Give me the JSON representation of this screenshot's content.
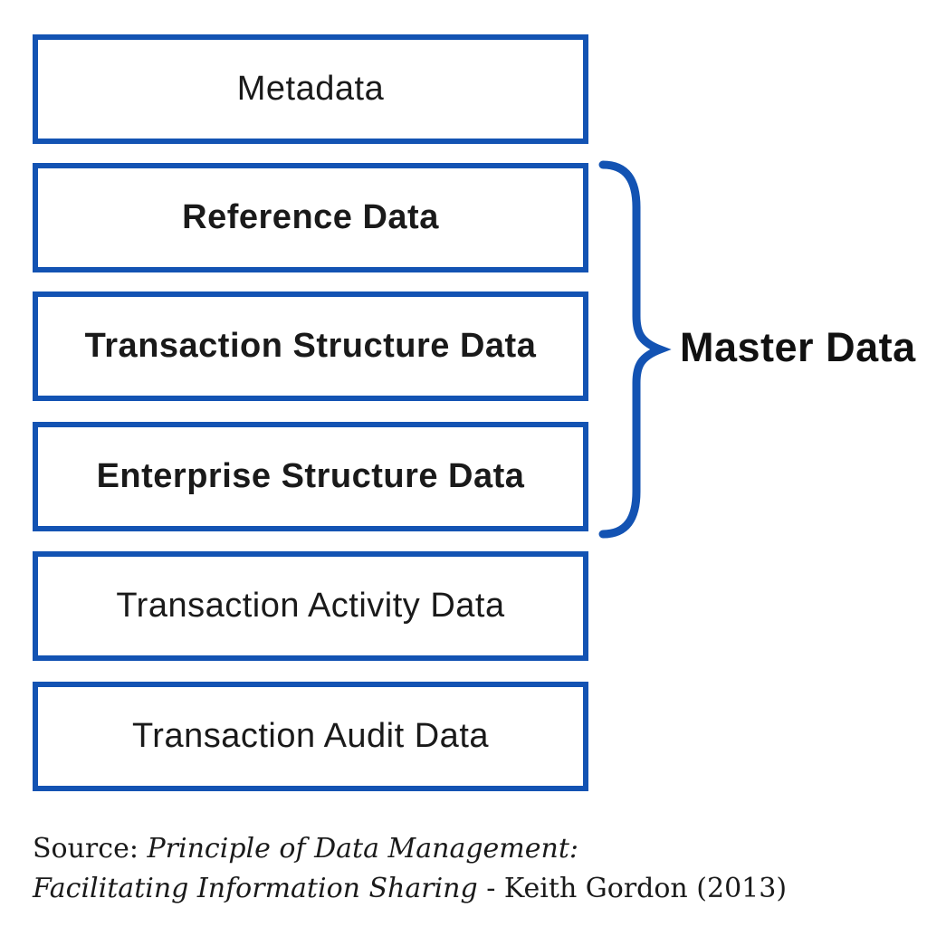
{
  "diagram": {
    "boxes": [
      {
        "label": "Metadata",
        "bold": false
      },
      {
        "label": "Reference Data",
        "bold": true
      },
      {
        "label": "Transaction Structure Data",
        "bold": true
      },
      {
        "label": "Enterprise Structure Data",
        "bold": true
      },
      {
        "label": "Transaction Activity Data",
        "bold": false
      },
      {
        "label": "Transaction Audit Data",
        "bold": false
      }
    ],
    "brace": {
      "label": "Master Data",
      "groups_boxes": [
        "Reference Data",
        "Transaction Structure Data",
        "Enterprise Structure Data"
      ]
    },
    "colors": {
      "border_blue": "#1353b3",
      "text_black": "#1a1a1a"
    }
  },
  "source": {
    "prefix": "Source: ",
    "title_line1": "Principle of Data Management:",
    "title_line2": "Facilitating Information Sharing",
    "suffix": " - Keith Gordon (2013)"
  }
}
